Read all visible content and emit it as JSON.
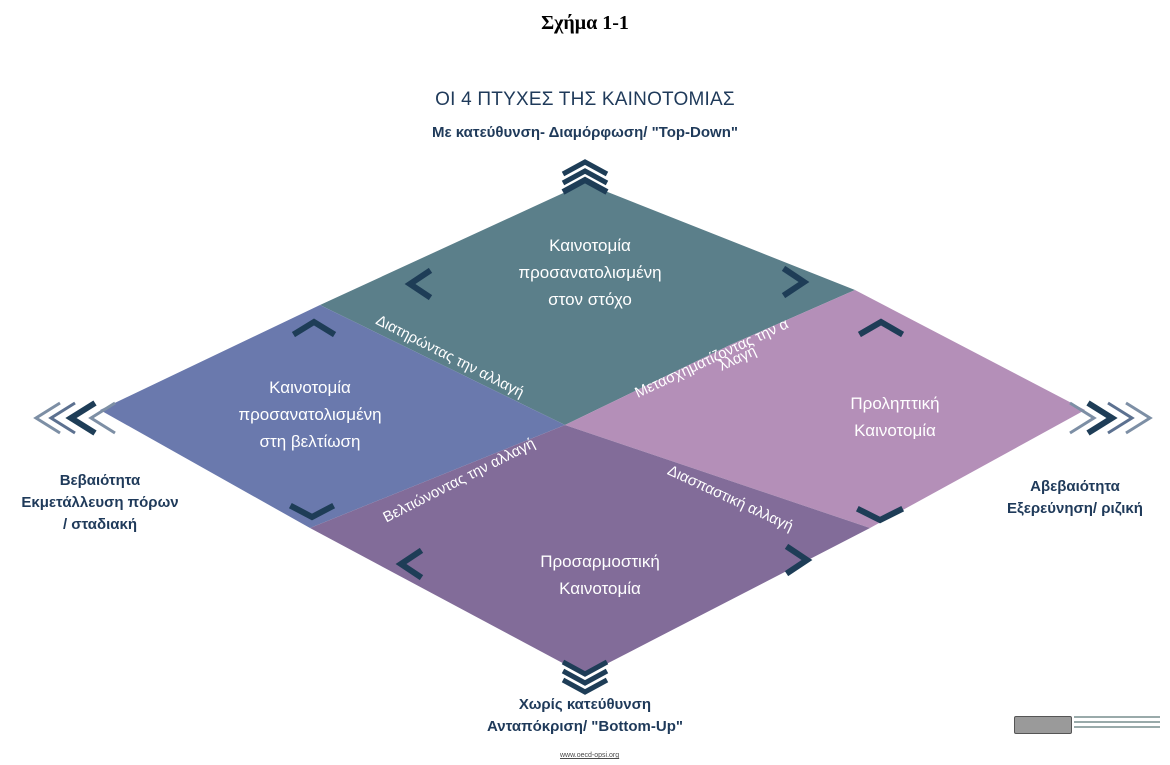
{
  "figure_title": "Σχήμα 1-1",
  "main_title": "ΟΙ 4 ΠΤΥΧΕΣ ΤΗΣ ΚΑΙΝΟΤΟΜΙΑΣ",
  "axes": {
    "top": "Με κατεύθυνση- Διαμόρφωση/ \"Top-Down\"",
    "bottom_line1": "Χωρίς κατεύθυνση",
    "bottom_line2": "Ανταπόκριση/ \"Bottom-Up\"",
    "left_line1": "Βεβαιότητα",
    "left_line2": "Εκμετάλλευση πόρων",
    "left_line3": "/ σταδιακή",
    "right_line1": "Αβεβαιότητα",
    "right_line2": "Εξερεύνηση/ ριζική"
  },
  "quadrants": {
    "top": {
      "line1": "Καινοτομία",
      "line2": "προσανατολισμένη",
      "line3": "στον στόχο",
      "color": "#5b7f8a"
    },
    "left": {
      "line1": "Καινοτομία",
      "line2": "προσανατολισμένη",
      "line3": "στη βελτίωση",
      "color": "#6a79ad"
    },
    "right": {
      "line1": "Προληπτική",
      "line2": "Καινοτομία",
      "color": "#b48fb8"
    },
    "bottom": {
      "line1": "Προσαρμοστική",
      "line2": "Καινοτομία",
      "color": "#826c99"
    }
  },
  "diagonal_labels": {
    "upper_left": "Διατηρώντας την αλλαγή",
    "upper_right_line1": "Μετασχηματίζοντας την α",
    "upper_right_line2": "λλαγή",
    "lower_left": "Βελτιώνοντας  την αλλαγή",
    "lower_right": "Διασπαστική  αλλαγή"
  },
  "footer": {
    "url": "www.oecd-opsi.org"
  },
  "colors": {
    "arrow": "#1e3d57",
    "label_text": "#1f3a5a"
  }
}
